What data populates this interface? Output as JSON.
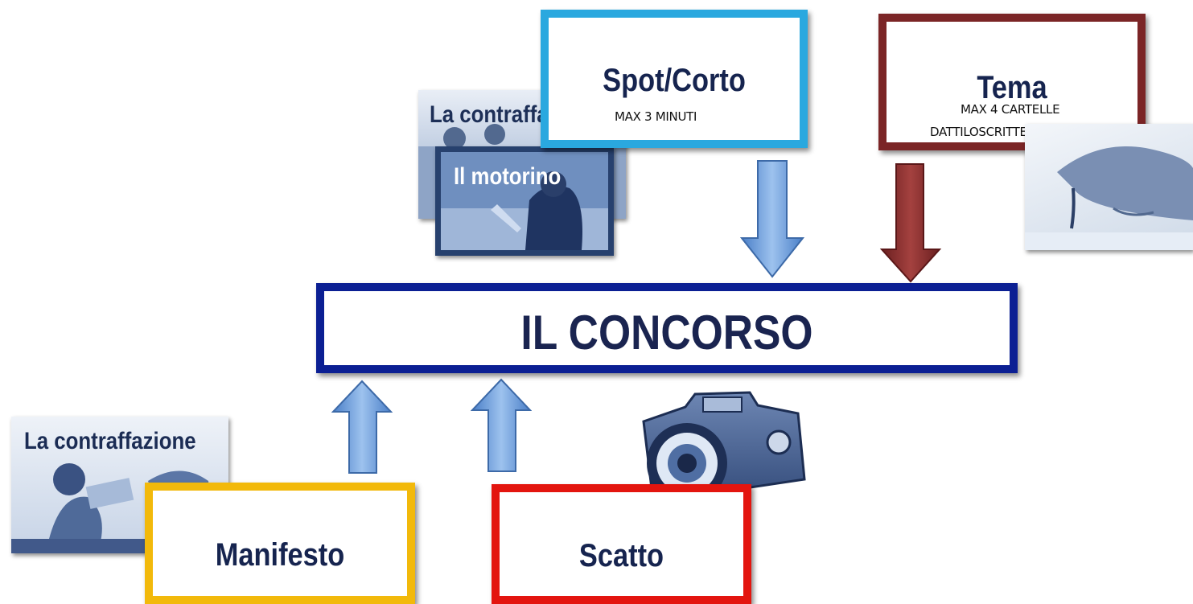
{
  "diagram": {
    "center": {
      "label": "IL CONCORSO"
    },
    "top_categories": [
      {
        "label": "Spot/Corto",
        "note": "MAX 3 MINUTI",
        "color": "#2aa8df"
      },
      {
        "label": "Tema",
        "note_line1": "MAX 4 CARTELLE",
        "note_line2": "DATTILOSCRITTE",
        "color": "#7b2526"
      }
    ],
    "bottom_categories": [
      {
        "label": "Manifesto",
        "color": "#f2b90b"
      },
      {
        "label": "Scatto",
        "color": "#e3150f"
      }
    ],
    "center_color": "#0b1f93",
    "arrow_colors": {
      "blue": "#5b8fd6",
      "maroon": "#7b2526"
    },
    "thumbnails": {
      "video_back": "La contraffazione",
      "video_front": "Il motorino",
      "poster": "La contraffazione"
    },
    "icons": [
      "camera-icon",
      "handwriting-icon"
    ]
  }
}
